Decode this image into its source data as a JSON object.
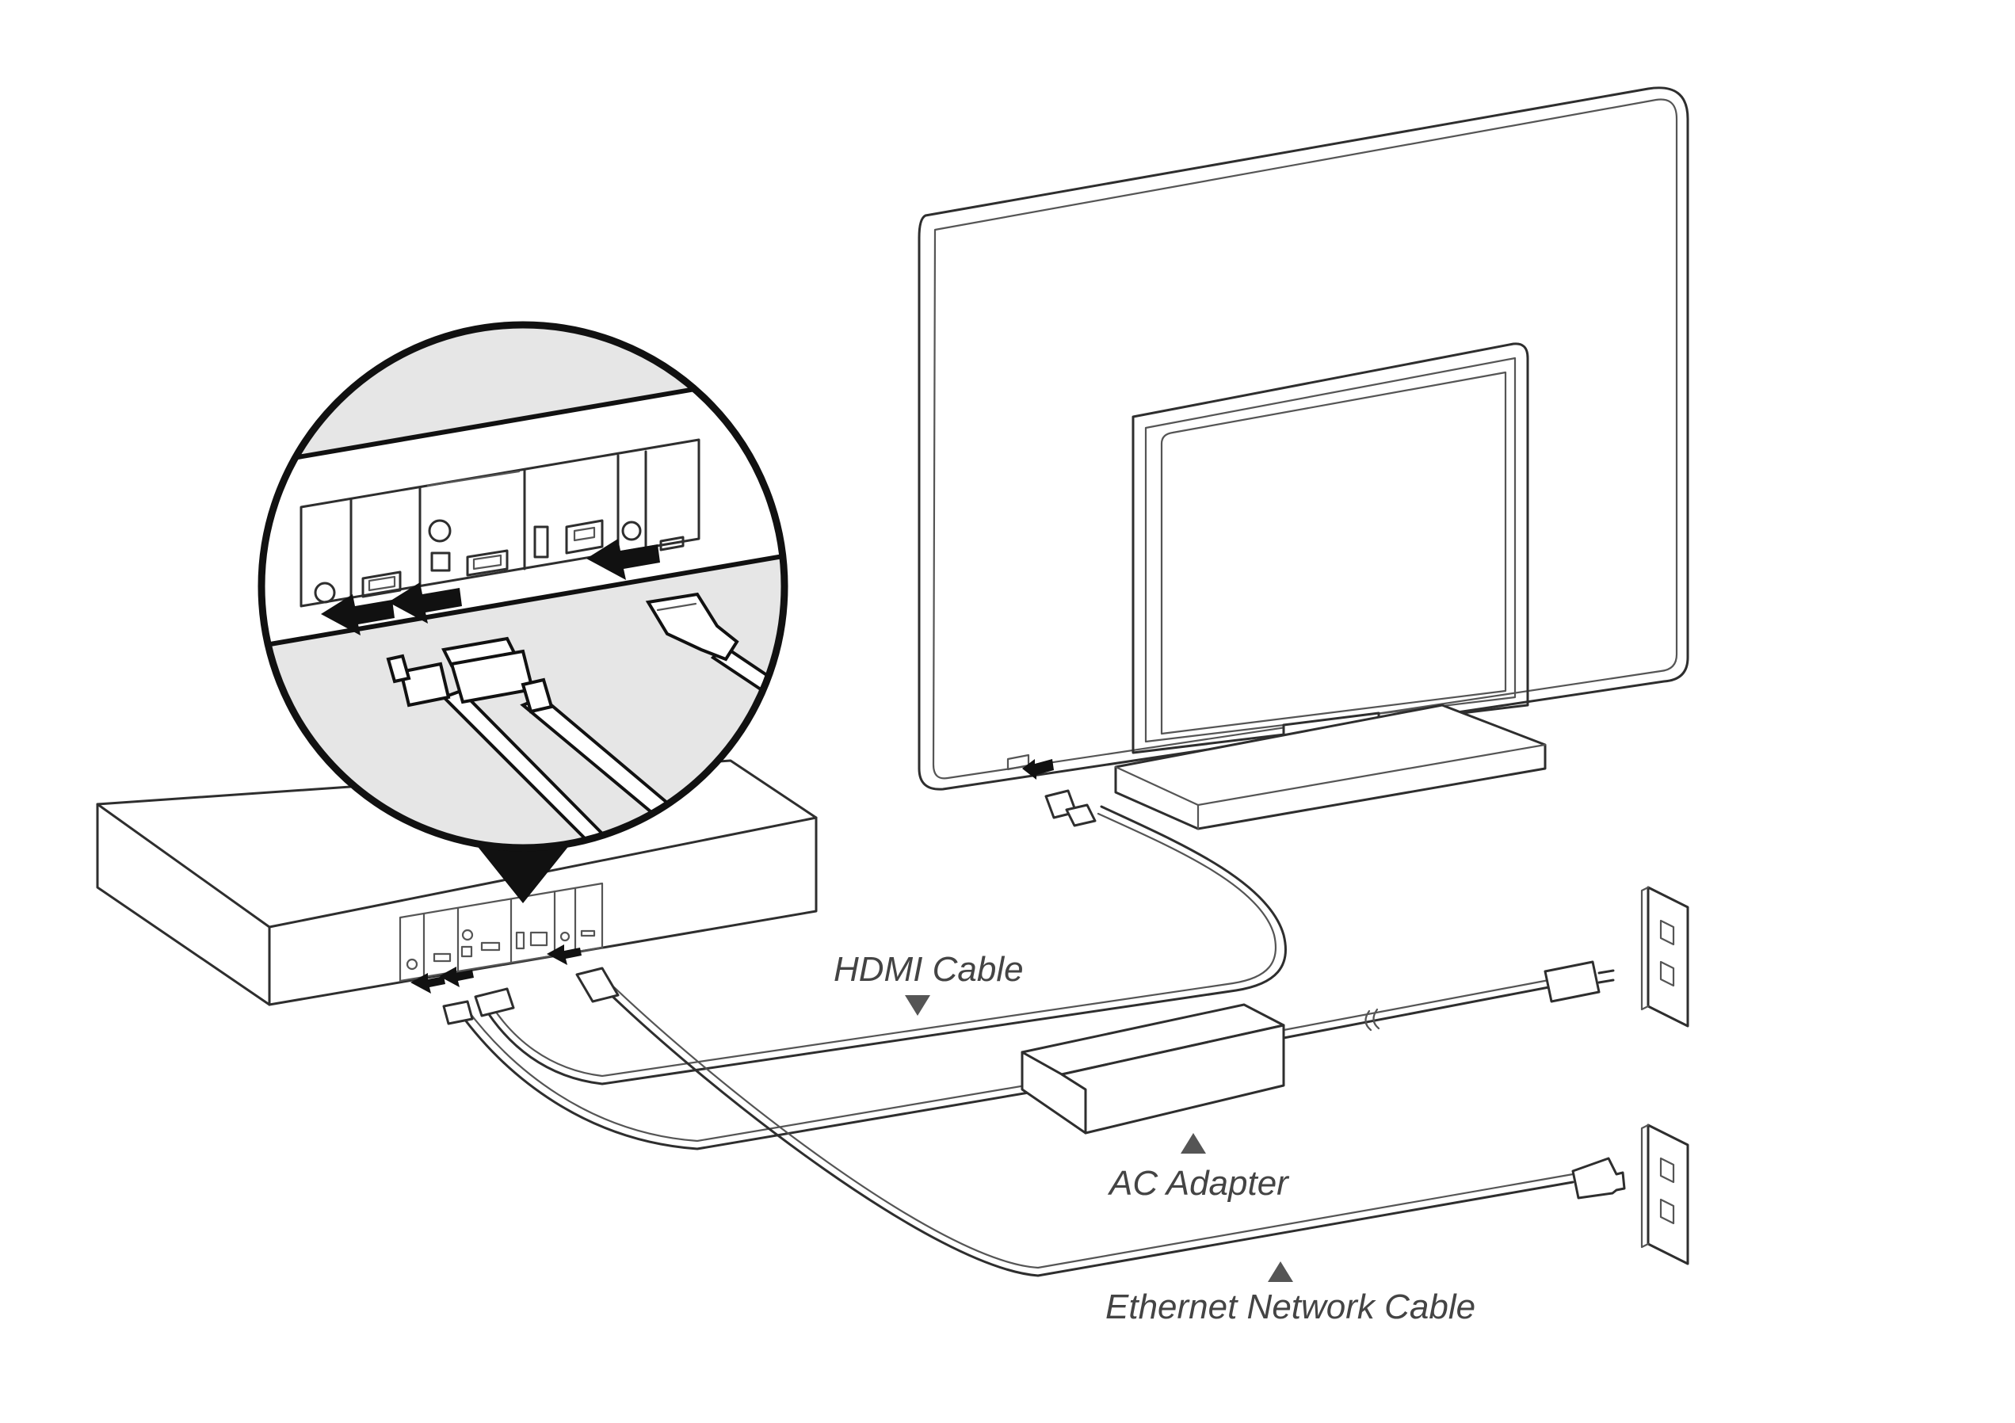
{
  "labels": {
    "hdmi_cable": "HDMI Cable",
    "ac_adapter": "AC Adapter",
    "ethernet_cable": "Ethernet Network Cable"
  },
  "colors": {
    "line": "#2e2e2e",
    "zoom_fill": "#e6e6e6",
    "arrow": "#111111",
    "label_text": "#444444"
  },
  "icons": {
    "pointer_up": "up-triangle",
    "pointer_down": "down-triangle"
  }
}
